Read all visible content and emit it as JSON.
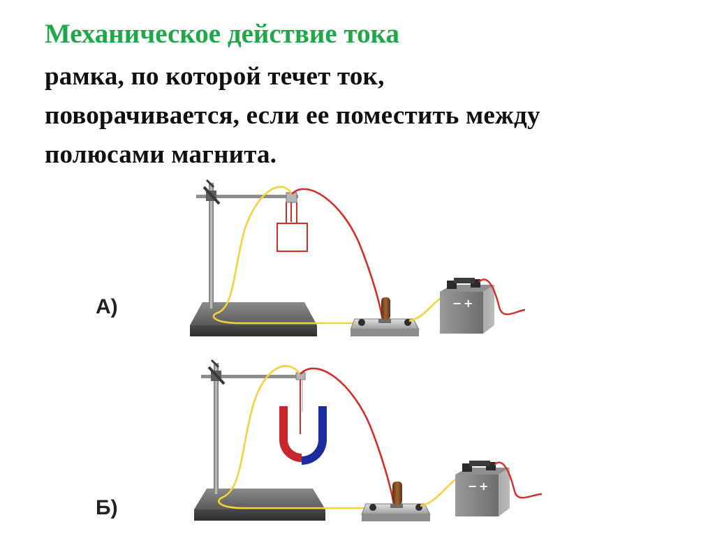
{
  "slide": {
    "title": "Механическое действие тока",
    "lines": [
      "рамка, по которой течет ток,",
      "поворачивается, если ее поместить между",
      "полюсами магнита."
    ]
  },
  "figures": [
    {
      "label": "А)",
      "battery_minus": "−",
      "battery_plus": "+"
    },
    {
      "label": "Б)",
      "battery_minus": "−",
      "battery_plus": "+"
    }
  ],
  "colors": {
    "title": "#1fa84a",
    "text": "#111111",
    "wire_red": "#d62b2b",
    "wire_yellow": "#f2d33a",
    "magnet_red": "#c8262a",
    "magnet_blue": "#1b2d9c",
    "frame": "#d62b2b"
  }
}
